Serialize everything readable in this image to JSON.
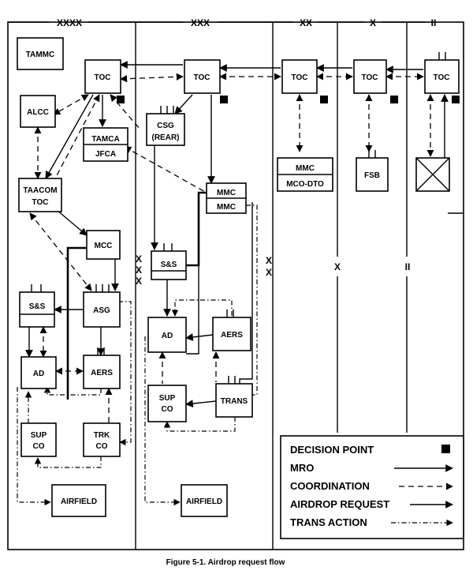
{
  "echelons": [
    "XXXX",
    "XXX",
    "XX",
    "X",
    "II"
  ],
  "side_markers": {
    "corps_left": [
      "X",
      "X",
      "X"
    ],
    "corps_right": [
      "X",
      "X"
    ],
    "brigade": "X",
    "battalion": "II"
  },
  "nodes": {
    "tammc": "TAMMC",
    "toc_theater": "TOC",
    "toc_corps": "TOC",
    "toc_division": "TOC",
    "toc_brigade": "TOC",
    "toc_battalion": "TOC",
    "alcc": "ALCC",
    "tamca_top": "TAMCA",
    "tamca_bottom": "JFCA",
    "taacom_top": "TAACOM",
    "taacom_bottom": "TOC",
    "mcc": "MCC",
    "csg_top": "CSG",
    "csg_bottom": "(REAR)",
    "mmc_corps_top": "MMC",
    "mmc_corps_bottom": "MMC",
    "mmc_div_top": "MMC",
    "mmc_div_bottom": "MCO-DTO",
    "fsb": "FSB",
    "ss_theater": "S&S",
    "asg": "ASG",
    "ad_theater": "AD",
    "aers_theater": "AERS",
    "supco_theater_top": "SUP",
    "supco_theater_bottom": "CO",
    "trkco_top": "TRK",
    "trkco_bottom": "CO",
    "airfield_theater": "AIRFIELD",
    "ss_corps": "S&S",
    "ad_corps": "AD",
    "aers_corps": "AERS",
    "supco_corps_top": "SUP",
    "supco_corps_bottom": "CO",
    "trans_corps": "TRANS",
    "airfield_corps": "AIRFIELD"
  },
  "legend": {
    "items": [
      "DECISION POINT",
      "MRO",
      "COORDINATION",
      "AIRDROP REQUEST",
      "TRANS ACTION"
    ]
  },
  "caption": "Figure 5-1.  Airdrop request flow"
}
